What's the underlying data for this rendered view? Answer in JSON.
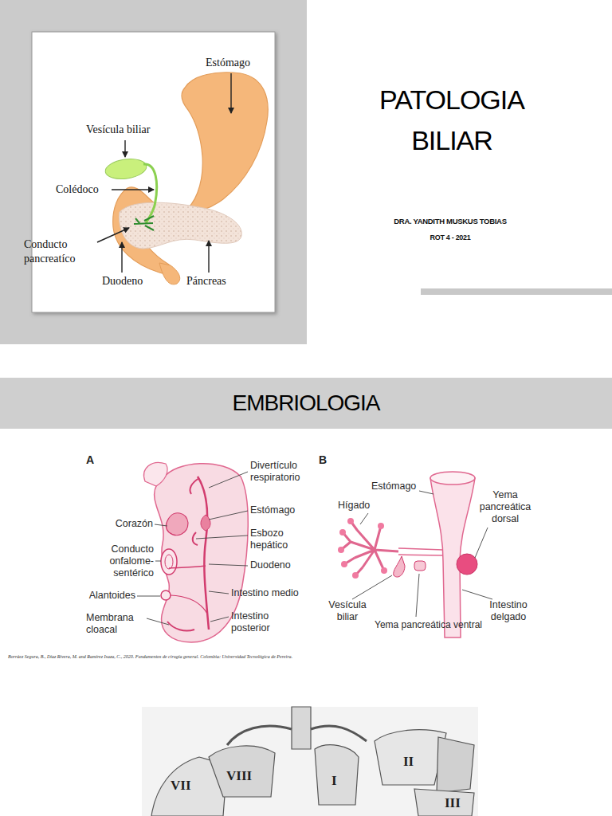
{
  "diagram": {
    "title": "PATOLOGIA BILIAR",
    "caption": "Borráez Segura, B., Díaz Rivera, M. and Ramírez Isaza, C., 2020. Fundamentos de cirugía general. Colombia: Universidad Tecnológica de Pereira.",
    "nodes": [
      {
        "text": [
          "EMBRIOLOGIA"
        ]
      }
    ],
    "labels": [
      "Estómago",
      "Vesícula biliar",
      "Colédoco",
      "Conducto pancreatíco",
      "Duodeno",
      "Páncreas",
      "DRA. YANDITH MUSKUS TOBIAS",
      "ROT 4 - 2021",
      "A",
      "Divertículo respiratorio",
      "Estómago",
      "Corazón",
      "Esbozo hepático",
      "Conducto onfalome- sentérico",
      "Duodeno",
      "Alantoides",
      "Intestino medio",
      "Membrana cloacal",
      "Intestino posterior",
      "B",
      "Hígado",
      "Estómago",
      "Yema pancreática dorsal",
      "Vesícula biliar",
      "Yema pancreática ventral",
      "Intestino delgado",
      "VII",
      "VIII",
      "I",
      "II",
      "III"
    ]
  }
}
